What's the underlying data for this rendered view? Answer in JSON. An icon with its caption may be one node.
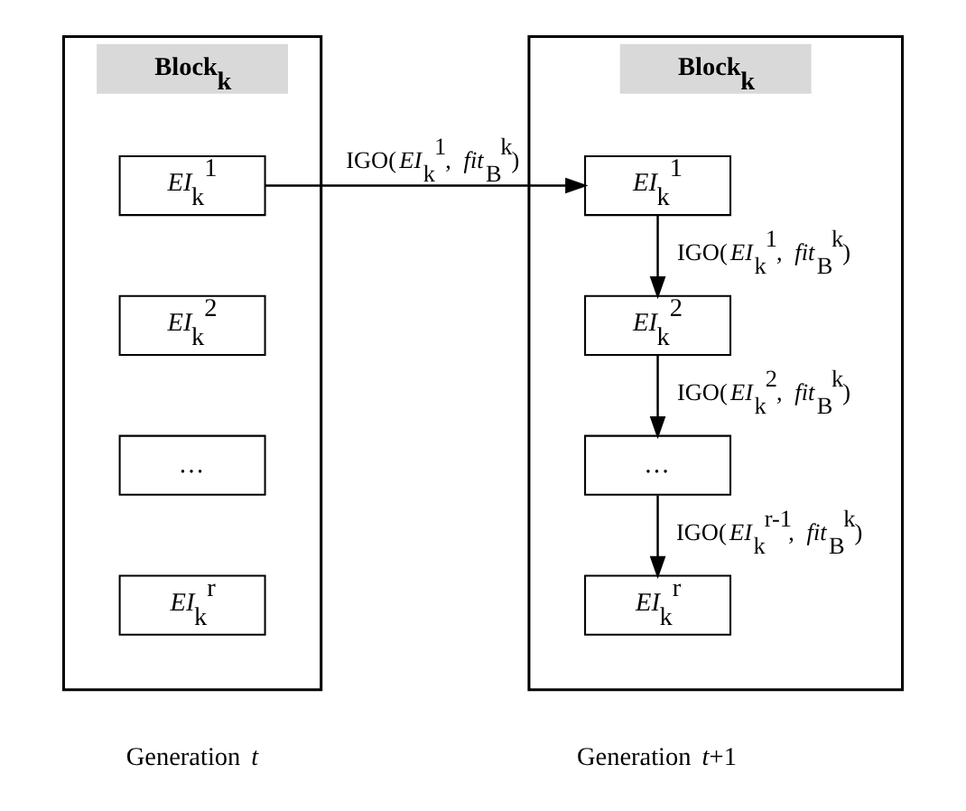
{
  "diagram": {
    "nodes": [
      {
        "text": [
          "Block$_{k}$"
        ]
      },
      {
        "text": [
          "*EI*$_{k}$$^{1}$"
        ],
        "in": 0
      },
      {
        "text": [
          "*EI*$_{k}$$^{2}$"
        ],
        "in": 0
      },
      {
        "text": [
          "…"
        ],
        "in": 0
      },
      {
        "text": [
          "*EI*$_{k}$$^{r}$"
        ],
        "in": 0
      },
      {
        "text": [
          "Block$_{k}$"
        ]
      },
      {
        "text": [
          "*EI*$_{k}$$^{1}$"
        ],
        "in": 5
      },
      {
        "text": [
          "*EI*$_{k}$$^{2}$"
        ],
        "in": 5
      },
      {
        "text": [
          "…"
        ],
        "in": 5
      },
      {
        "text": [
          "*EI*$_{k}$$^{r}$"
        ],
        "in": 5
      }
    ],
    "edges": [
      {
        "from": 1,
        "to": 6,
        "arrow": "to",
        "label": "IGO(*EI*$_{k}$$^{1}$, *fit*$_{B}$$^{k}$)"
      },
      {
        "from": 6,
        "to": 7,
        "arrow": "to",
        "label": "IGO(*EI*$_{k}$$^{1}$, *fit*$_{B}$$^{k}$)"
      },
      {
        "from": 7,
        "to": 8,
        "arrow": "to",
        "label": "IGO(*EI*$_{k}$$^{2}$, *fit*$_{B}$$^{k}$)"
      },
      {
        "from": 8,
        "to": 9,
        "arrow": "to",
        "label": "IGO(*EI*$_{k}$$^{r-1}$, *fit*$_{B}$$^{k}$)"
      }
    ],
    "labels": [
      "Generation *t*",
      "Generation *t*+1"
    ]
  }
}
